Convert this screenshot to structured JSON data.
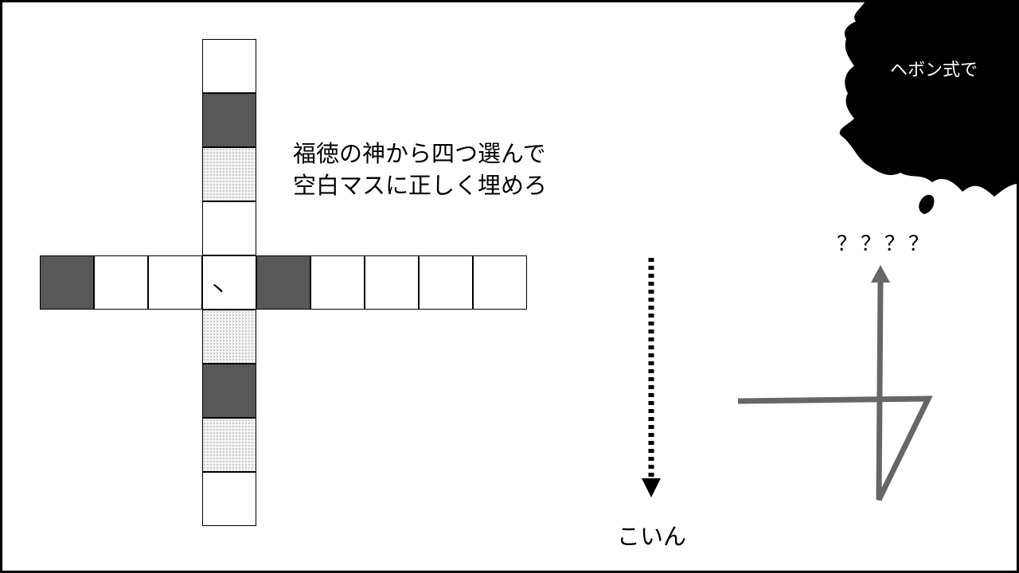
{
  "instruction": {
    "line1": "福徳の神から四つ選んで",
    "line2": "空白マスに正しく埋めろ"
  },
  "splat": {
    "label": "ヘボン式で"
  },
  "question": {
    "label": "？？？？"
  },
  "coin": {
    "label": "こいん"
  },
  "grid": {
    "intersection_mark": "丶",
    "cell_fill_color": "#585858"
  },
  "hint_color": "#666666"
}
